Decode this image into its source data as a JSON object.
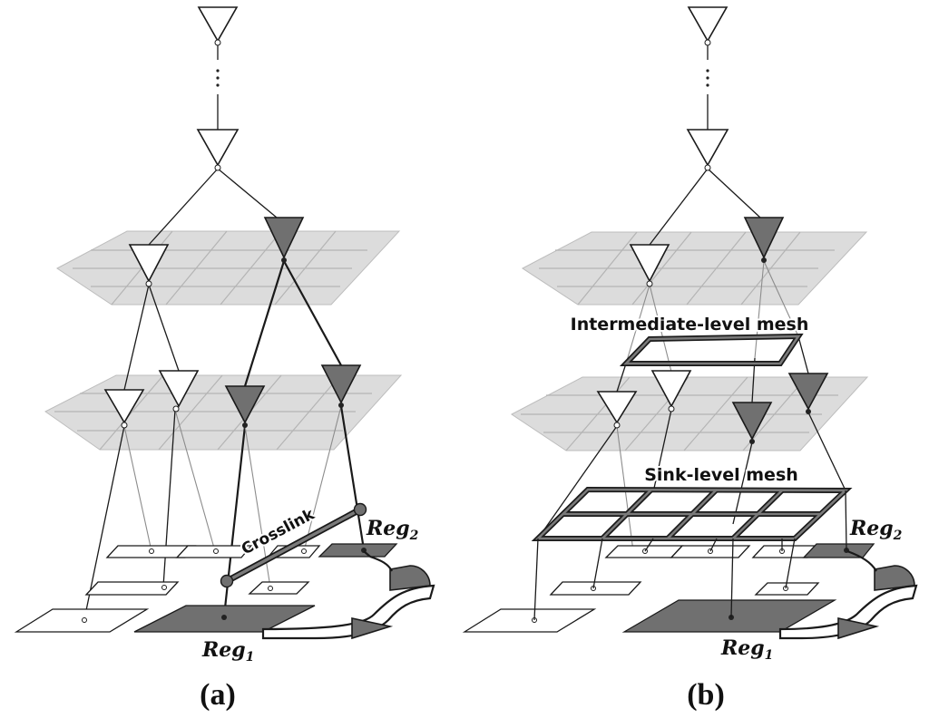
{
  "panels": [
    {
      "id": "a",
      "label": "(a)",
      "crosslink_label": "Crosslink",
      "reg1": {
        "base": "Reg",
        "sub": "1"
      },
      "reg2": {
        "base": "Reg",
        "sub": "2"
      }
    },
    {
      "id": "b",
      "label": "(b)",
      "intermediate_mesh_label": "Intermediate-level mesh",
      "sink_mesh_label": "Sink-level mesh",
      "reg1": {
        "base": "Reg",
        "sub": "1"
      },
      "reg2": {
        "base": "Reg",
        "sub": "2"
      }
    }
  ],
  "colors": {
    "plane": "#dcdcdc",
    "dark_fill": "#707070",
    "line": "#1a1a1a",
    "mesh_inner": "#7a7a7a"
  }
}
